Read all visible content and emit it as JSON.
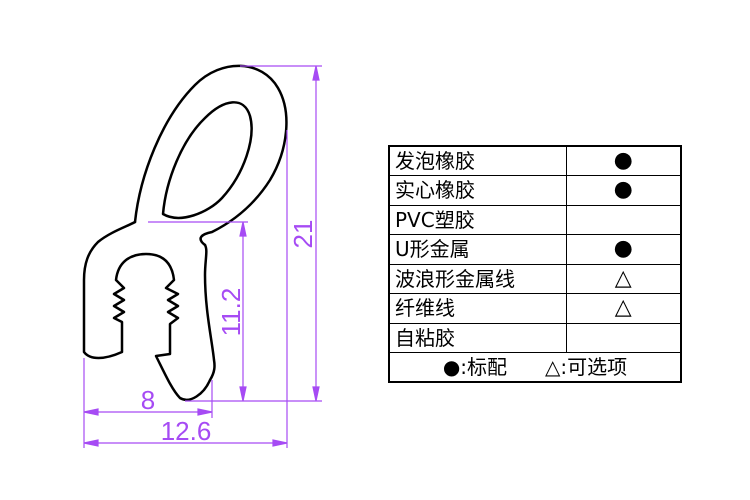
{
  "dimensions": {
    "width_total": "12.6",
    "width_inner": "8",
    "height_total": "21",
    "height_base": "11.2"
  },
  "colors": {
    "dimension": "#a64bf4",
    "outline": "#000000"
  },
  "table": {
    "rows": [
      {
        "name": "发泡橡胶",
        "mark": "●"
      },
      {
        "name": "实心橡胶",
        "mark": "●"
      },
      {
        "name": "PVC塑胶",
        "mark": ""
      },
      {
        "name": "U形金属",
        "mark": "●"
      },
      {
        "name": "波浪形金属线",
        "mark": "△"
      },
      {
        "name": "纤维线",
        "mark": "△"
      },
      {
        "name": "自粘胶",
        "mark": ""
      }
    ],
    "legend": {
      "standard": "●:标配",
      "optional": "△:可选项"
    }
  }
}
